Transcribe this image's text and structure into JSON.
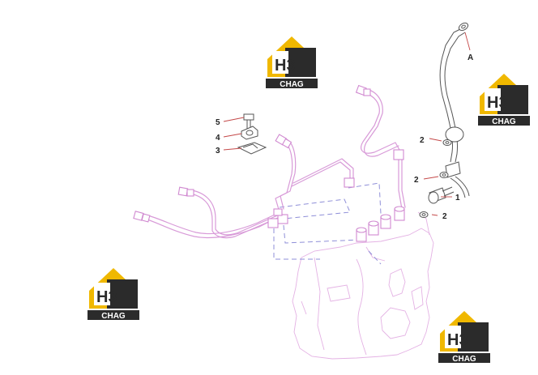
{
  "callouts": {
    "a": "A",
    "one": "1",
    "two_top": "2",
    "two_mid": "2",
    "two_bot": "2",
    "three": "3",
    "four": "4",
    "five": "5"
  },
  "logo": {
    "mark": "H3",
    "caption": "CHAG",
    "colors": {
      "gold": "#f0b800",
      "dark": "#2b2b2b",
      "white": "#ffffff"
    }
  },
  "colors": {
    "pipe": "#d89ad8",
    "dashed": "#8f8fd8",
    "leader": "#c44848"
  }
}
